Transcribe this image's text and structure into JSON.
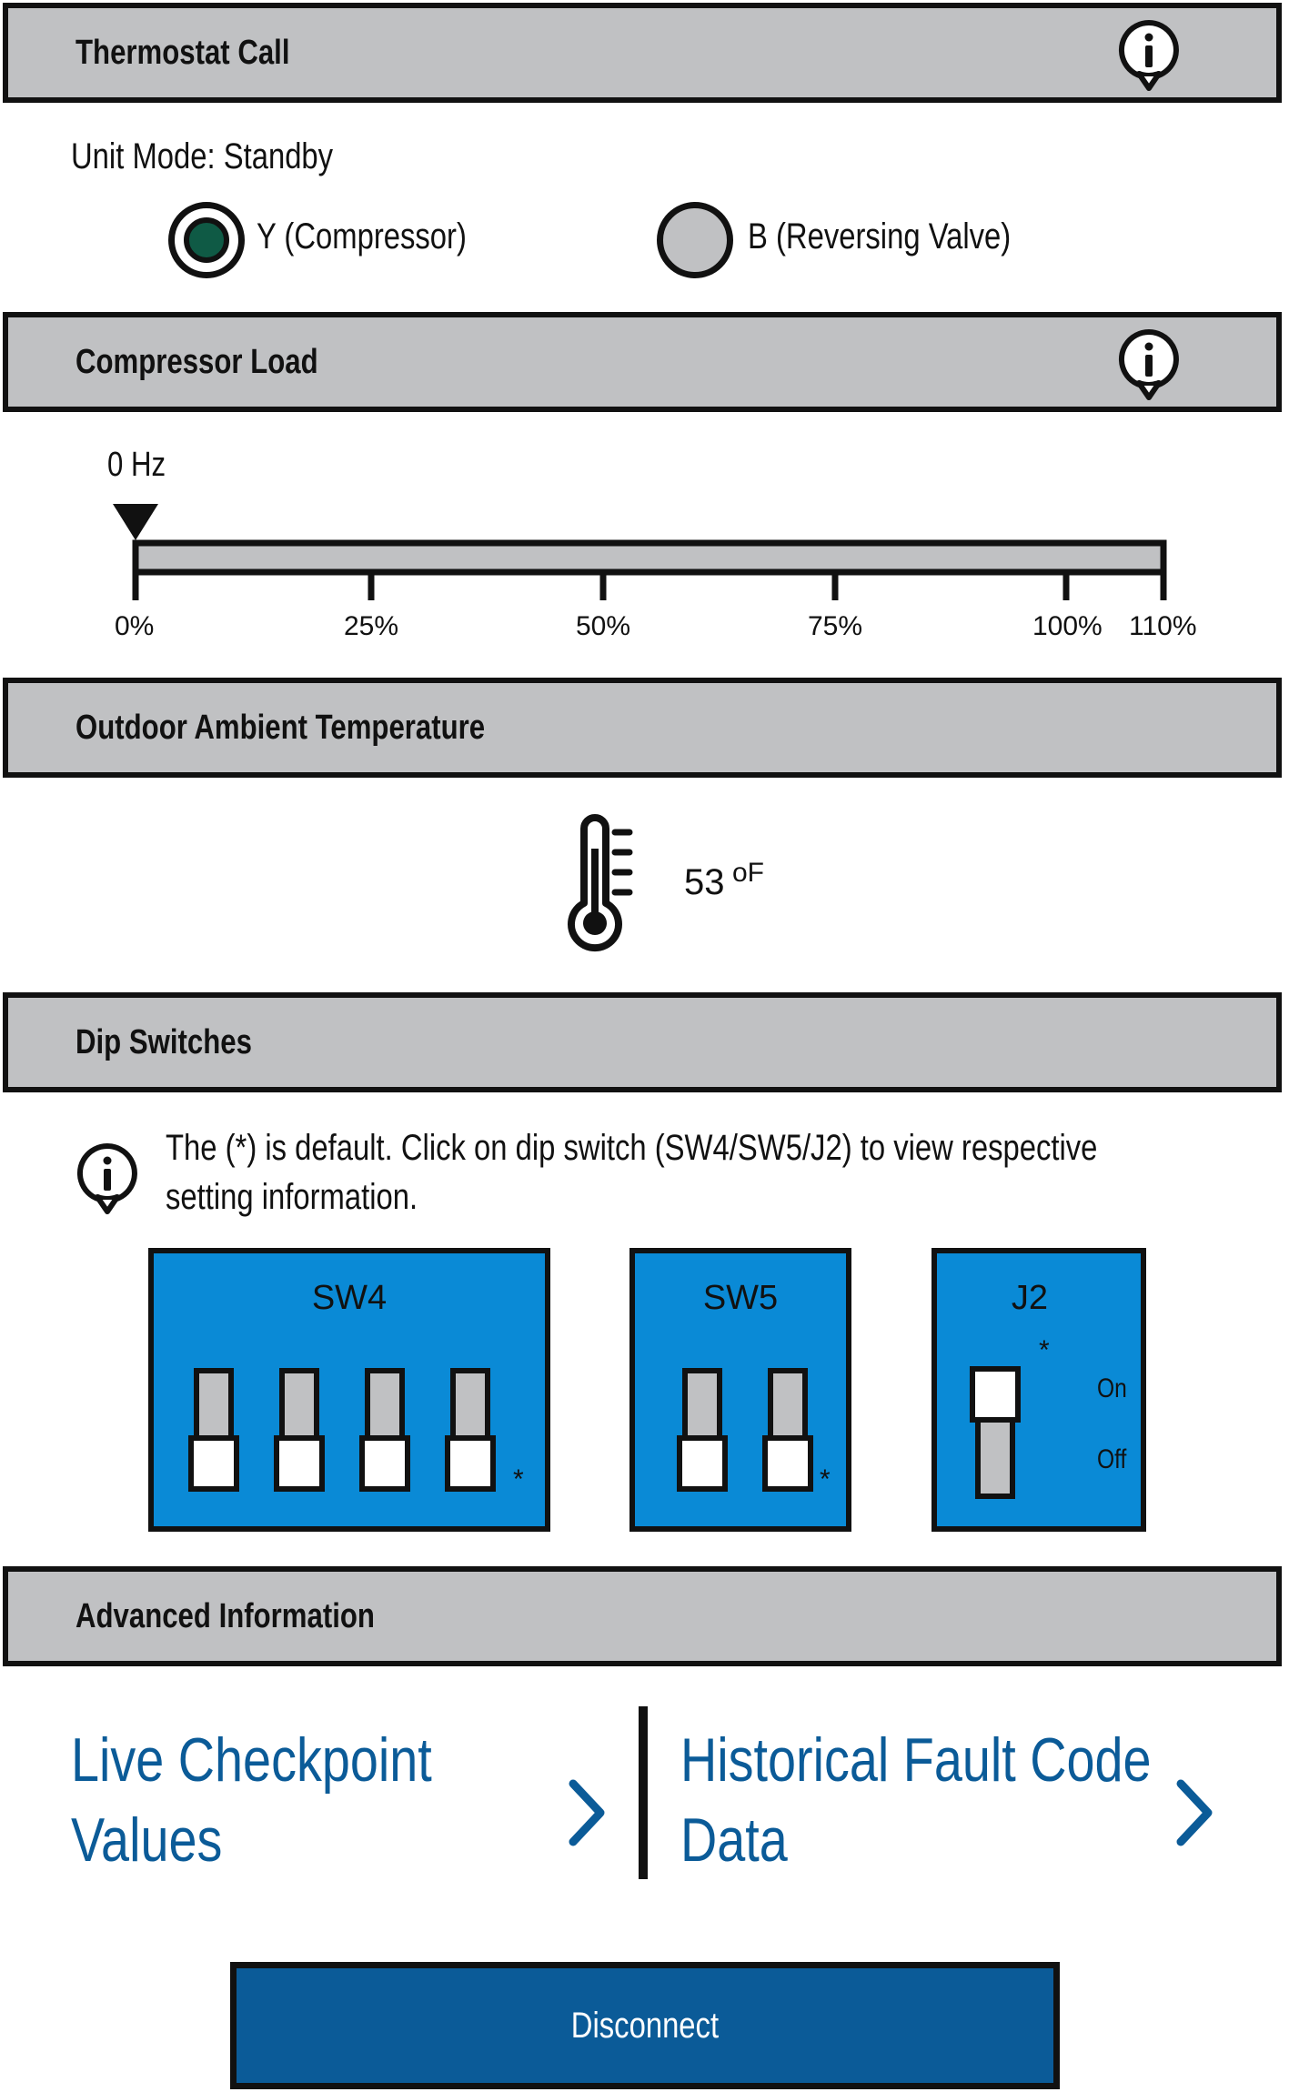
{
  "sections": {
    "thermostat": {
      "title": "Thermostat Call"
    },
    "compressor": {
      "title": "Compressor Load"
    },
    "ambient": {
      "title": "Outdoor Ambient Temperature"
    },
    "dip": {
      "title": "Dip Switches"
    },
    "advanced": {
      "title": "Advanced Information"
    }
  },
  "thermostat": {
    "unit_mode": "Unit Mode: Standby",
    "y_label": "Y (Compressor)",
    "y_active": true,
    "b_label": "B (Reversing Valve)",
    "b_active": false
  },
  "compressor": {
    "value_label": "0 Hz",
    "load_percent": 0,
    "ticks": [
      "0%",
      "25%",
      "50%",
      "75%",
      "100%",
      "110%"
    ]
  },
  "ambient": {
    "value": "53",
    "unit": "oF",
    "icon": "thermometer-icon"
  },
  "dip": {
    "note_line1": "The (*) is default. Click on dip switch (SW4/SW5/J2) to view respective",
    "note_line2": "setting information.",
    "default_marker": "*",
    "sw4": {
      "label": "SW4"
    },
    "sw5": {
      "label": "SW5"
    },
    "j2": {
      "label": "J2",
      "on_label": "On",
      "off_label": "Off"
    }
  },
  "advanced": {
    "live_line1": "Live Checkpoint",
    "live_line2": "Values",
    "hist_line1": "Historical Fault Code",
    "hist_line2": "Data"
  },
  "disconnect_label": "Disconnect",
  "colors": {
    "header_bg": "#c0c1c3",
    "dip_blue": "#0a8ad6",
    "link_blue": "#0b5b98",
    "active_green": "#0f5a45"
  }
}
